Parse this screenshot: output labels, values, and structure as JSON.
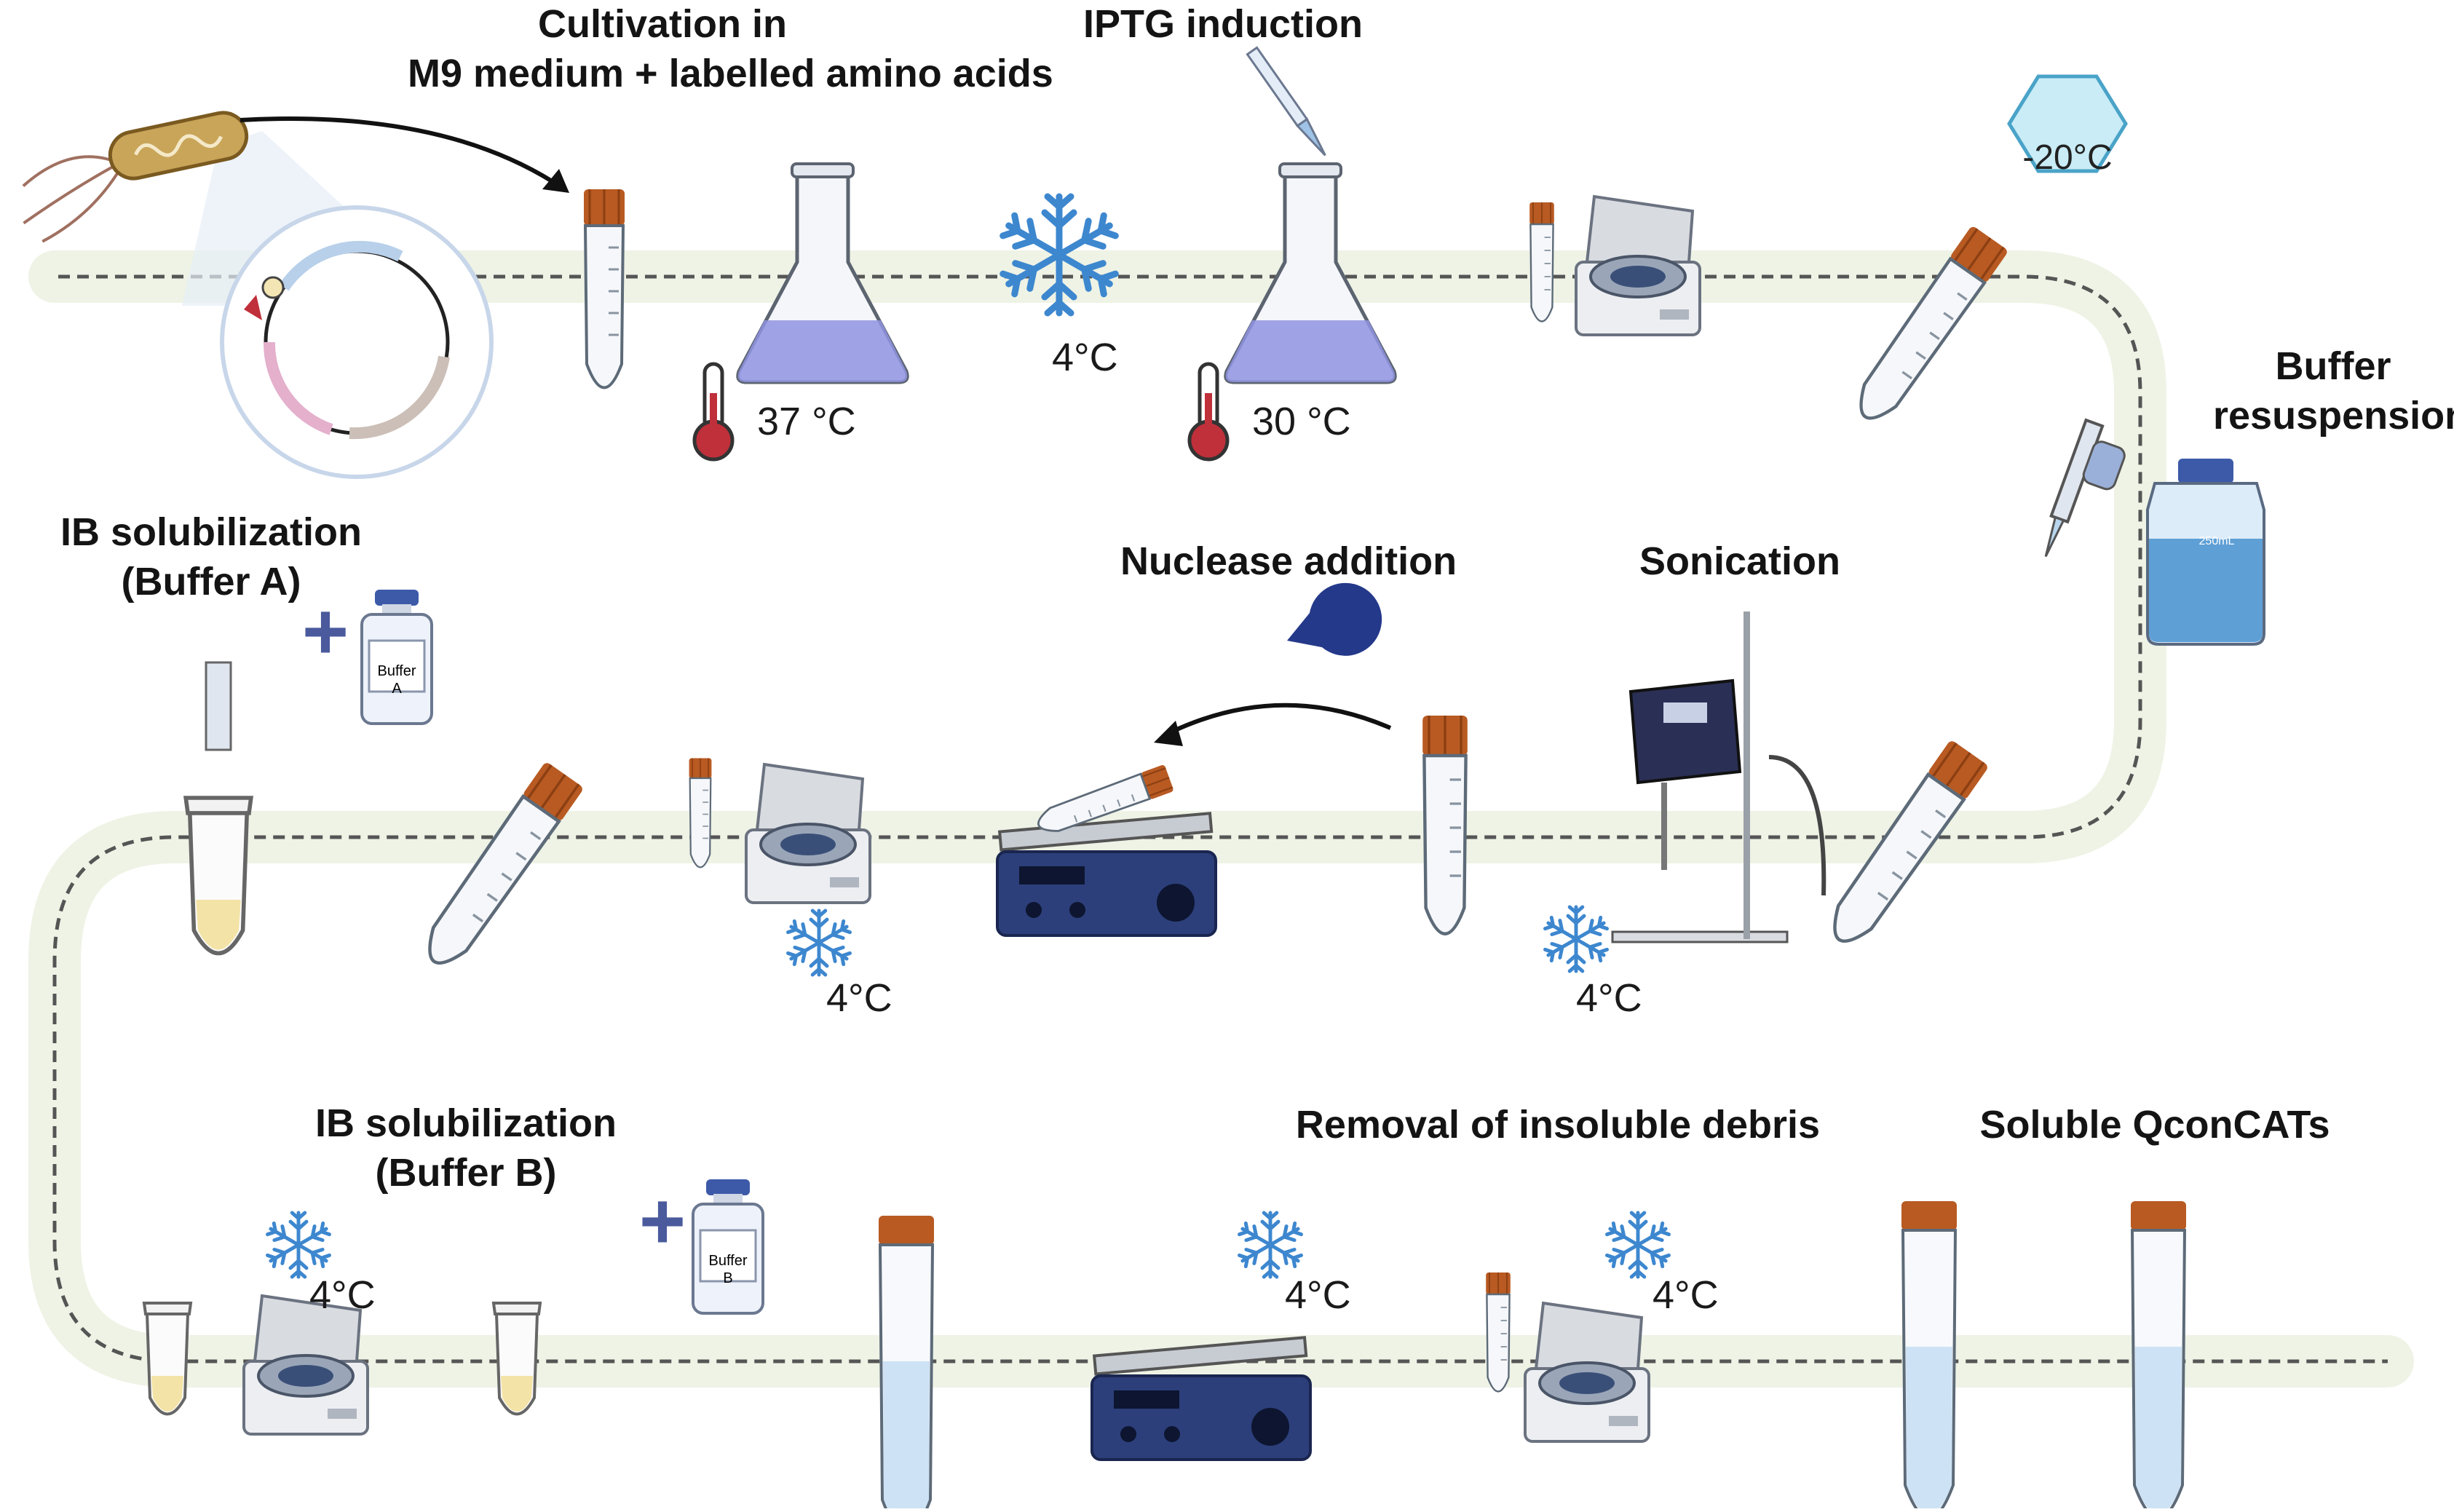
{
  "labels": {
    "cultivation_line1": "Cultivation in",
    "cultivation_line2": "M9 medium + labelled amino acids",
    "iptg": "IPTG induction",
    "buffer_resuspension_line1": "Buffer",
    "buffer_resuspension_line2": "resuspension",
    "ib_a_line1": "IB solubilization",
    "ib_a_line2": "(Buffer A)",
    "nuclease": "Nuclease addition",
    "sonication": "Sonication",
    "ib_b_line1": "IB solubilization",
    "ib_b_line2": "(Buffer B)",
    "removal": "Removal of insoluble debris",
    "soluble": "Soluble QconCATs"
  },
  "temperatures": {
    "t37": "37 °C",
    "t30": "30 °C",
    "freeze_top": "4°C",
    "minus20": "-20°C",
    "row2_centrifuge": "4°C",
    "row2_sonication": "4°C",
    "row3_ib": "4°C",
    "row3_shaker": "4°C",
    "row3_centrifuge": "4°C"
  },
  "vial_text": {
    "bottle_volume": "250mL",
    "buffer_word": "Buffer",
    "letter_a": "A",
    "letter_b": "B"
  },
  "colors": {
    "track": "#eef3e5",
    "dash": "#555555",
    "snowflake": "#3d87cf",
    "tube_cap": "#b85a22",
    "plus": "#4a5a9c",
    "shaker_base": "#2c3f7a",
    "nuclease": "#25398a"
  }
}
